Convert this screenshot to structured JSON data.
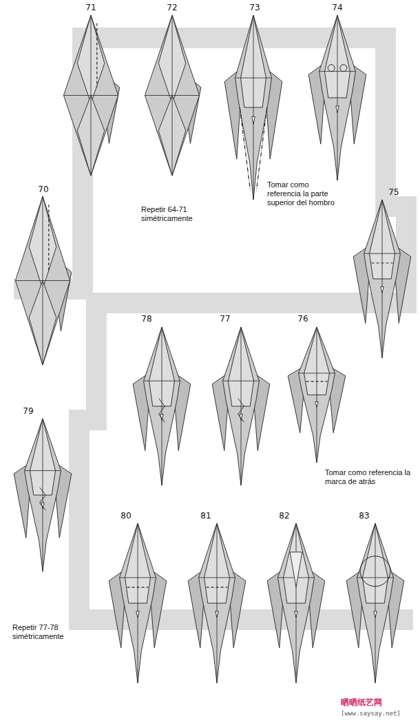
{
  "diagram": {
    "labels": [
      "71",
      "72",
      "73",
      "74",
      "Repetir 64-71 simétricamente",
      "Tomar como referencia la parte superior del hombro",
      "70",
      "75",
      "78",
      "77",
      "76",
      "Tomar como referencia la marca de atrás",
      "79",
      "Repetir 77-78 simétricamente",
      "80",
      "81",
      "82",
      "83",
      "晒晒纸艺网",
      "[www.saysay.net]"
    ]
  }
}
